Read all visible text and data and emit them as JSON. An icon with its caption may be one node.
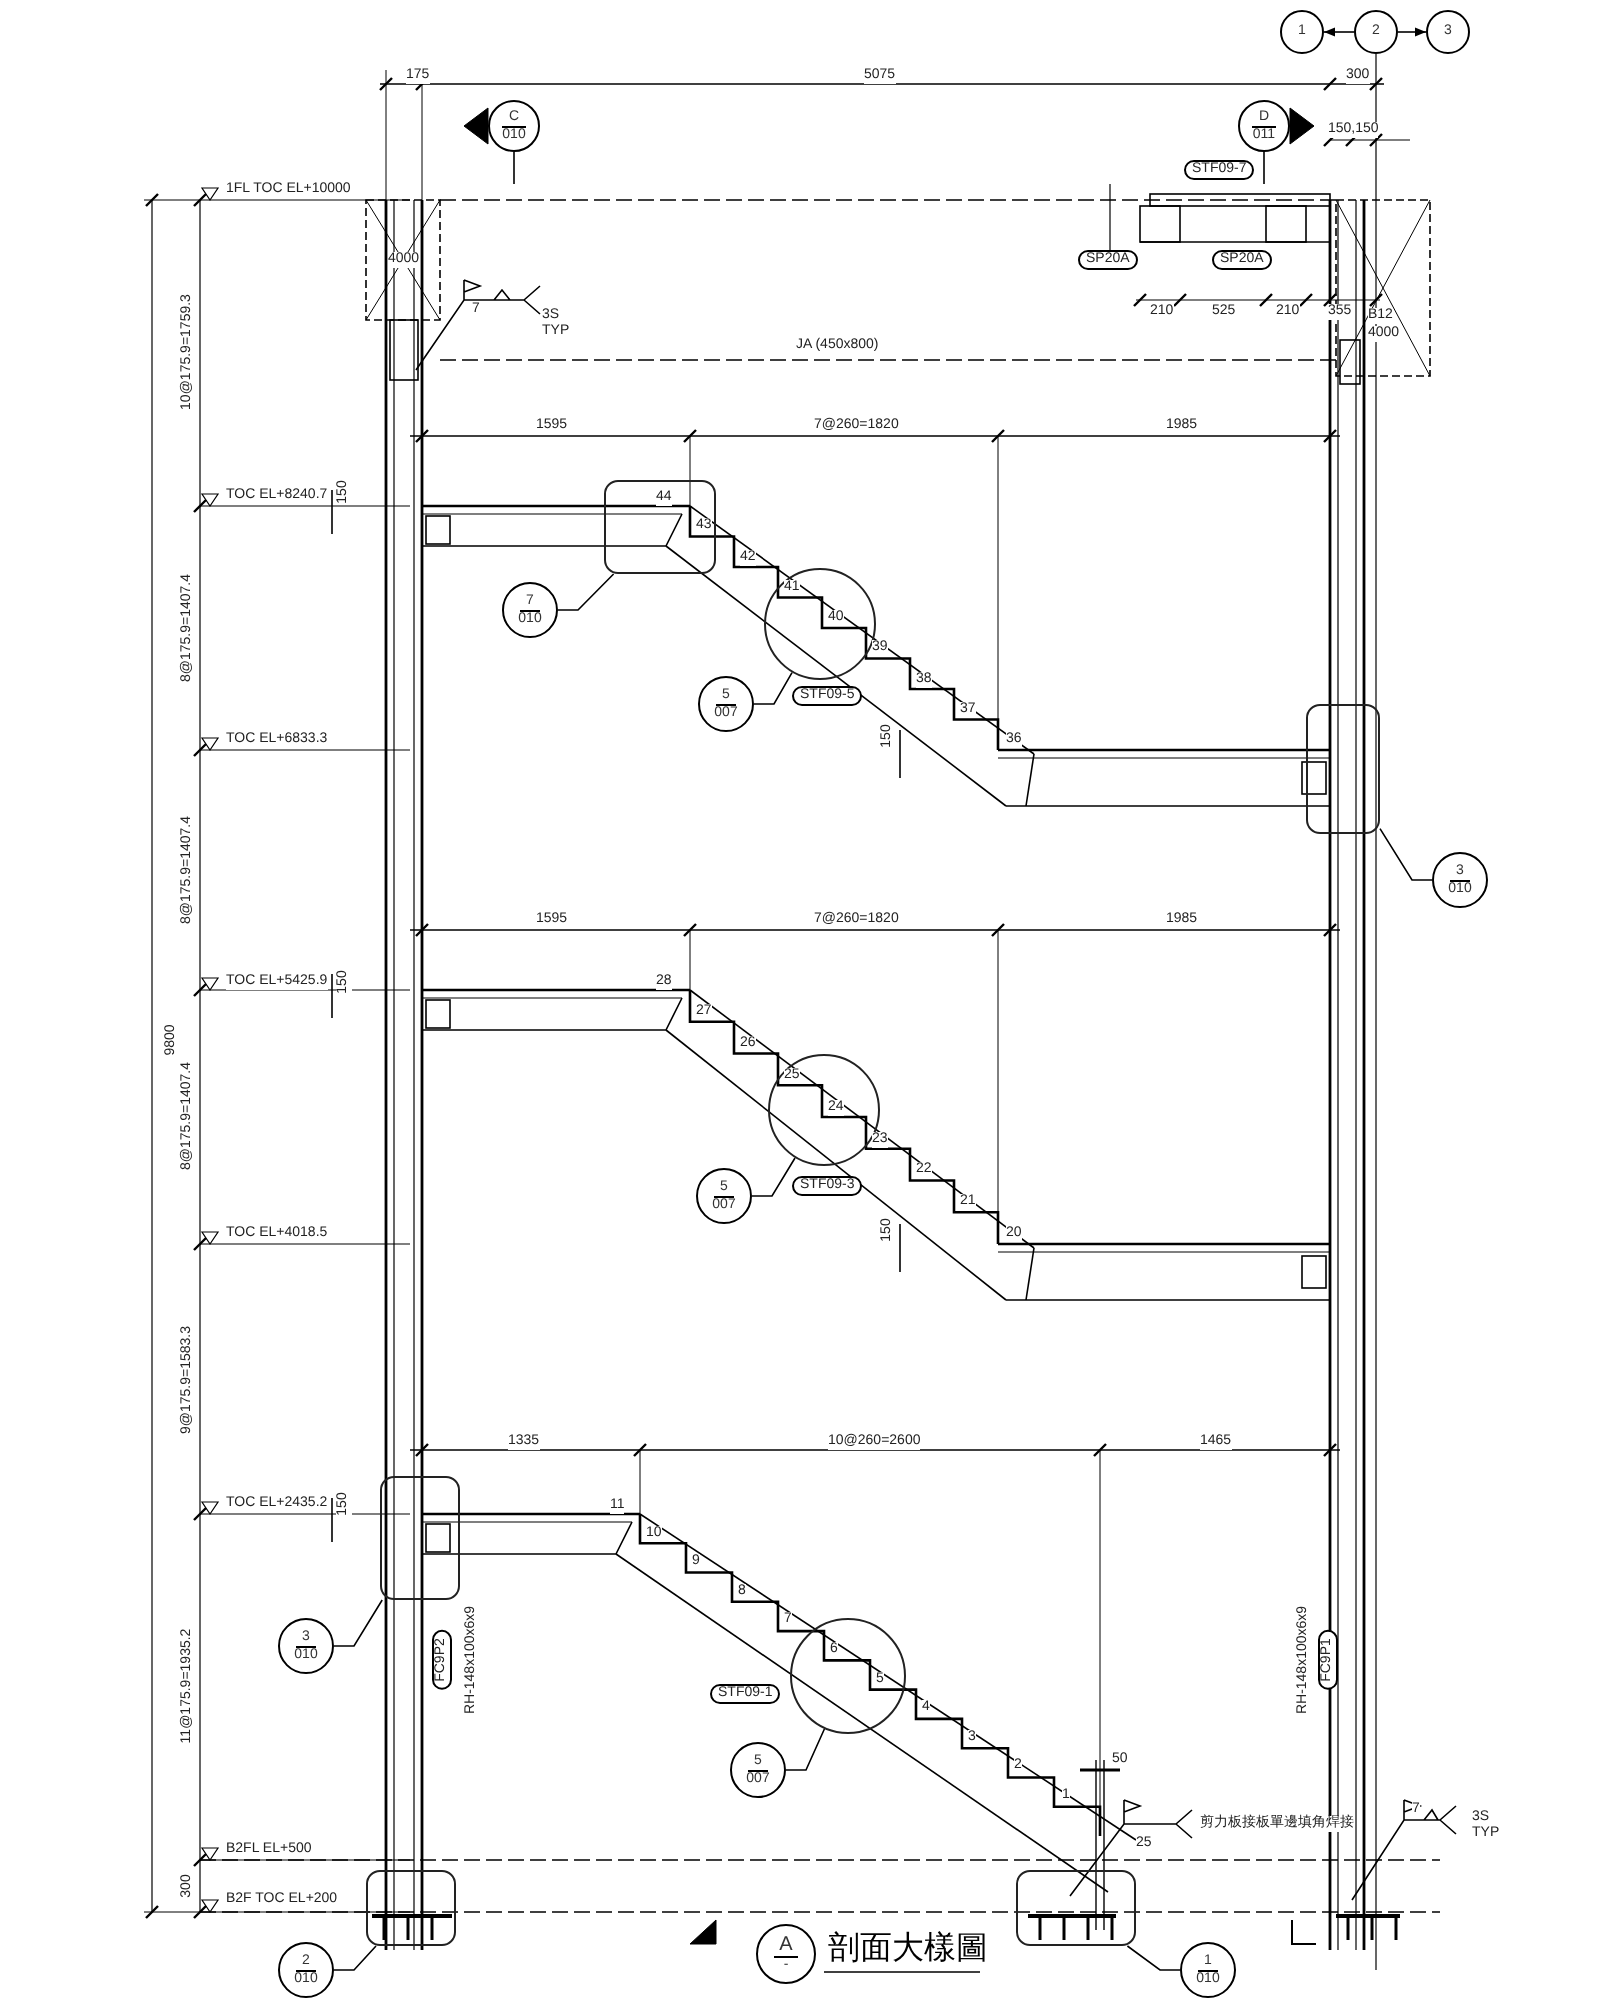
{
  "diagram": {
    "title": "剖面大樣圖",
    "nodes": [
      {
        "text": [
          "1"
        ]
      },
      {
        "text": [
          "2"
        ]
      },
      {
        "text": [
          "3"
        ]
      },
      {
        "text": [
          "C",
          "010"
        ]
      },
      {
        "text": [
          "D",
          "011"
        ]
      },
      {
        "text": [],
        "shape": "box"
      },
      {
        "text": [
          "7",
          "010"
        ]
      },
      {
        "text": [],
        "shape": "circle"
      },
      {
        "text": [
          "5",
          "007"
        ]
      },
      {
        "text": [],
        "shape": "box"
      },
      {
        "text": [
          "3",
          "010"
        ]
      },
      {
        "text": [],
        "shape": "circle"
      },
      {
        "text": [
          "5",
          "007"
        ]
      },
      {
        "text": [],
        "shape": "box"
      },
      {
        "text": [
          "3",
          "010"
        ]
      },
      {
        "text": [],
        "shape": "circle"
      },
      {
        "text": [
          "5",
          "007"
        ]
      },
      {
        "text": [],
        "shape": "box"
      },
      {
        "text": [
          "2",
          "010"
        ]
      },
      {
        "text": [],
        "shape": "box"
      },
      {
        "text": [
          "1",
          "010"
        ]
      },
      {
        "text": [
          "A",
          "-"
        ]
      }
    ],
    "edges": [
      {
        "from": 1,
        "to": 0,
        "arrow": "to"
      },
      {
        "from": 1,
        "to": 2,
        "arrow": "to"
      },
      {
        "from": 6,
        "to": 5,
        "arrow": "none"
      },
      {
        "from": 8,
        "to": 7,
        "arrow": "none"
      },
      {
        "from": 10,
        "to": 9,
        "arrow": "none"
      },
      {
        "from": 12,
        "to": 11,
        "arrow": "none"
      },
      {
        "from": 14,
        "to": 13,
        "arrow": "none"
      },
      {
        "from": 16,
        "to": 15,
        "arrow": "none"
      },
      {
        "from": 18,
        "to": 17,
        "arrow": "none"
      },
      {
        "from": 20,
        "to": 19,
        "arrow": "none"
      }
    ],
    "labels": [
      "175",
      "5075",
      "300",
      "150,150",
      "STF09-7",
      "1FL TOC EL+10000",
      "4000",
      "SP20A",
      "SP20A",
      "210",
      "525",
      "210",
      "355",
      "B12",
      "4000",
      "7",
      "3S",
      "TYP",
      "JA (450x800)",
      "1595",
      "7@260=1820",
      "1985",
      "TOC EL+8240.7",
      "150",
      "44",
      "43",
      "42",
      "41",
      "40",
      "39",
      "38",
      "37",
      "36",
      "STF09-5",
      "TOC EL+6833.3",
      "150",
      "1595",
      "7@260=1820",
      "1985",
      "TOC EL+5425.9",
      "150",
      "28",
      "27",
      "26",
      "25",
      "24",
      "23",
      "22",
      "21",
      "20",
      "STF09-3",
      "TOC EL+4018.5",
      "150",
      "1335",
      "10@260=2600",
      "1465",
      "TOC EL+2435.2",
      "150",
      "11",
      "10",
      "9",
      "8",
      "7",
      "6",
      "5",
      "4",
      "3",
      "2",
      "1",
      "FC9P2",
      "RH-148x100x6x9",
      "RH-148x100x6x9",
      "FC9P1",
      "STF09-1",
      "50",
      "25",
      "剪力板接板單邊填角焊接",
      "7",
      "3S",
      "TYP",
      "B2FL EL+500",
      "B2F TOC EL+200",
      "9800",
      "10@175.9=1759.3",
      "8@175.9=1407.4",
      "8@175.9=1407.4",
      "8@175.9=1407.4",
      "9@175.9=1583.3",
      "11@175.9=1935.2",
      "300"
    ]
  }
}
